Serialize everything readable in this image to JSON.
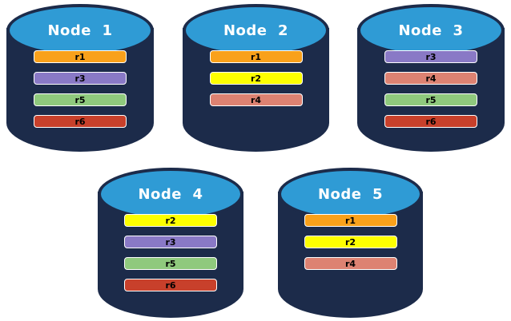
{
  "diagram": {
    "description_colors": {
      "background": "#ffffff",
      "cylinder_body": "#1C2B4A",
      "cylinder_top_fill": "#2F9BD5",
      "cylinder_outline": "#1C2B4A",
      "bar_border": "#FFFFFF",
      "bar_text": "#000000",
      "title_text": "#FFFFFF"
    },
    "replica_colors": {
      "r1": "#F9A11B",
      "r2": "#FDFF00",
      "r3": "#8979C6",
      "r4": "#DD8272",
      "r5": "#8FC97D",
      "r6": "#C8402B"
    },
    "nodes": [
      {
        "label": "Node  1",
        "replicas": [
          "r1",
          "r3",
          "r5",
          "r6"
        ]
      },
      {
        "label": "Node  2",
        "replicas": [
          "r1",
          "r2",
          "r4"
        ]
      },
      {
        "label": "Node  3",
        "replicas": [
          "r3",
          "r4",
          "r5",
          "r6"
        ]
      },
      {
        "label": "Node  4",
        "replicas": [
          "r2",
          "r3",
          "r5",
          "r6"
        ]
      },
      {
        "label": "Node  5",
        "replicas": [
          "r1",
          "r2",
          "r4"
        ]
      }
    ]
  }
}
